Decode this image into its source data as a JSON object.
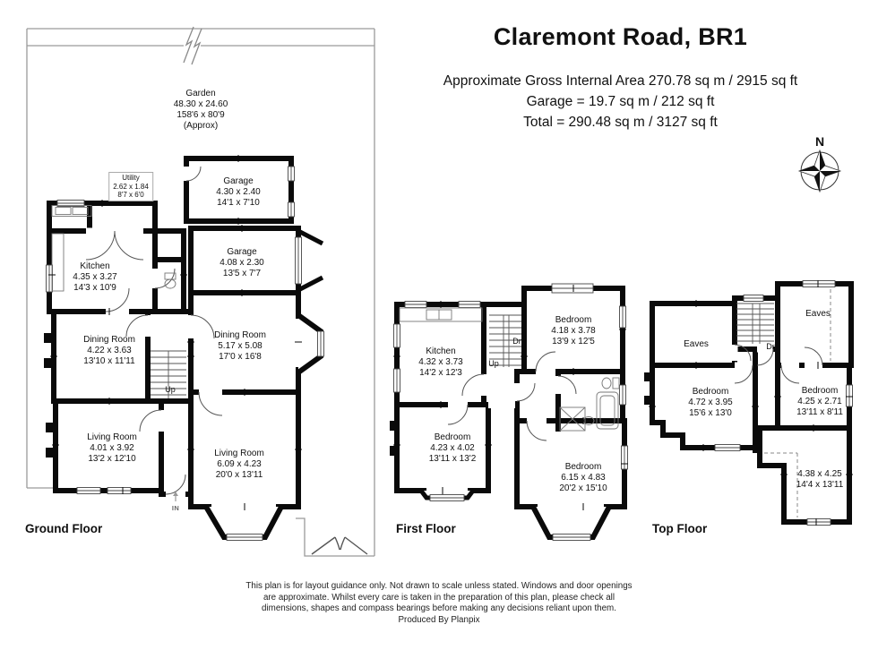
{
  "header": {
    "title": "Claremont Road, BR1",
    "area_lines": [
      "Approximate Gross Internal Area 270.78 sq m / 2915 sq ft",
      "Garage = 19.7 sq m / 212 sq ft",
      "Total = 290.48 sq m / 3127 sq ft"
    ]
  },
  "compass": {
    "north_label": "N"
  },
  "garden": {
    "name": "Garden",
    "metric": "48.30 x 24.60",
    "imperial": "158'6 x 80'9",
    "note": "(Approx)"
  },
  "ground_floor": {
    "label": "Ground Floor",
    "stairs_up": "Up",
    "entrance_label": "IN",
    "rooms": {
      "utility": {
        "name": "Utility",
        "metric": "2.62 x 1.84",
        "imperial": "8'7 x 6'0"
      },
      "garage_rear": {
        "name": "Garage",
        "metric": "4.30 x 2.40",
        "imperial": "14'1 x 7'10"
      },
      "garage_front": {
        "name": "Garage",
        "metric": "4.08 x 2.30",
        "imperial": "13'5 x 7'7"
      },
      "kitchen": {
        "name": "Kitchen",
        "metric": "4.35 x 3.27",
        "imperial": "14'3 x 10'9"
      },
      "dining_room_left": {
        "name": "Dining Room",
        "metric": "4.22 x 3.63",
        "imperial": "13'10 x 11'11"
      },
      "dining_room_right": {
        "name": "Dining Room",
        "metric": "5.17 x 5.08",
        "imperial": "17'0 x 16'8"
      },
      "living_room_left": {
        "name": "Living Room",
        "metric": "4.01 x 3.92",
        "imperial": "13'2 x 12'10"
      },
      "living_room_right": {
        "name": "Living Room",
        "metric": "6.09 x 4.23",
        "imperial": "20'0 x 13'11"
      }
    }
  },
  "first_floor": {
    "label": "First Floor",
    "stairs_up": "Up",
    "stairs_down": "Dn",
    "rooms": {
      "kitchen": {
        "name": "Kitchen",
        "metric": "4.32 x 3.73",
        "imperial": "14'2 x 12'3"
      },
      "bedroom_top": {
        "name": "Bedroom",
        "metric": "4.18 x 3.78",
        "imperial": "13'9 x 12'5"
      },
      "bedroom_left": {
        "name": "Bedroom",
        "metric": "4.23 x 4.02",
        "imperial": "13'11 x 13'2"
      },
      "bedroom_right": {
        "name": "Bedroom",
        "metric": "6.15 x 4.83",
        "imperial": "20'2 x 15'10"
      }
    }
  },
  "top_floor": {
    "label": "Top Floor",
    "stairs_down": "Dn",
    "rooms": {
      "eaves_left": {
        "name": "Eaves"
      },
      "eaves_right": {
        "name": "Eaves"
      },
      "bedroom_left": {
        "name": "Bedroom",
        "metric": "4.72 x 3.95",
        "imperial": "15'6 x 13'0"
      },
      "bedroom_right": {
        "name": "Bedroom",
        "metric": "4.25 x 2.71",
        "imperial": "13'11 x 8'11"
      },
      "loft_room": {
        "metric": "4.38 x 4.25",
        "imperial": "14'4 x 13'11"
      }
    }
  },
  "footer": {
    "lines": [
      "This plan is for layout guidance only. Not drawn to scale unless stated. Windows and door openings",
      "are approximate. Whilst every care is taken in the preparation of this plan, please check all",
      "dimensions, shapes and compass bearings before making any decisions reliant upon them.",
      "Produced By Planpix"
    ]
  }
}
